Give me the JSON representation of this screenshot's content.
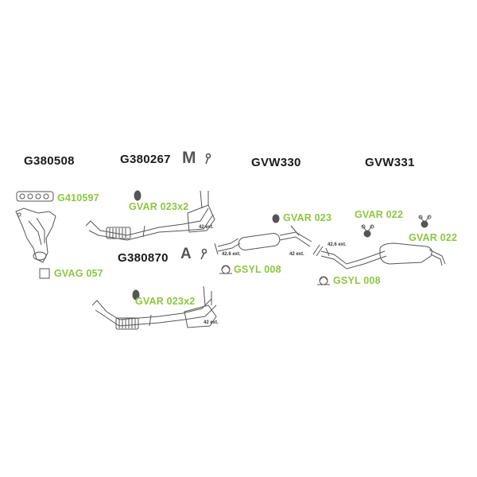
{
  "part_numbers": {
    "g380508": "G380508",
    "g380267": "G380267",
    "gvw330": "GVW330",
    "gvw331": "GVW331",
    "g380870": "G380870"
  },
  "accessory_labels": {
    "g410597": "G410597",
    "gvag057": "GVAG 057",
    "gvar023x2_top": "GVAR 023x2",
    "gvar023x2_bottom": "GVAR 023x2",
    "gvar023": "GVAR 023",
    "gvar022_a": "GVAR 022",
    "gvar022_b": "GVAR 022",
    "gsyl008_a": "GSYL 008",
    "gsyl008_b": "GSYL 008"
  },
  "dimension_labels": {
    "d42ext_a": "42 ext.",
    "d42ext_b": "42 ext.",
    "d42_6ext_a": "42.6 ext.",
    "d42ext_c": "42 ext.",
    "d42_6ext_b": "42.6 ext."
  },
  "badges": {
    "m_badge": "M",
    "a_badge": "A"
  },
  "colors": {
    "accessory_text": "#8dc63f",
    "part_text": "#1a1a1a",
    "line_art": "#555555"
  }
}
